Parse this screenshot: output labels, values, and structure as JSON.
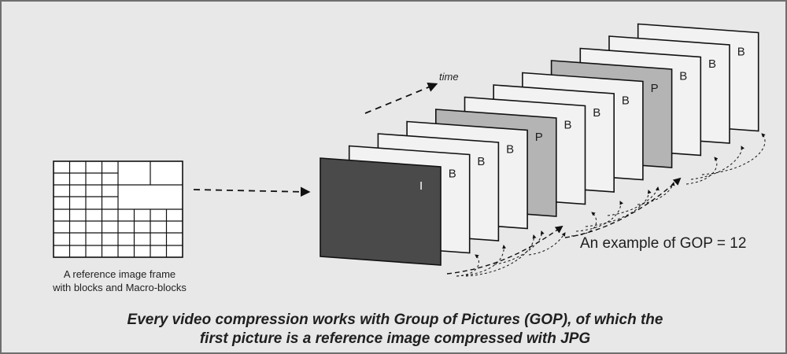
{
  "reference_caption": {
    "line1": "A reference image frame",
    "line2": "with blocks and Macro-blocks"
  },
  "time_label": "time",
  "gop_label": "An example of GOP = 12",
  "main_caption": {
    "line1": "Every video compression works with Group of Pictures (GOP), of which the",
    "line2": "first picture is a reference image compressed with JPG"
  },
  "frames": [
    "I",
    "B",
    "B",
    "B",
    "P",
    "B",
    "B",
    "B",
    "P",
    "B",
    "B",
    "B"
  ],
  "colors": {
    "background": "#e8e8e8",
    "i_frame": "#4a4a4a",
    "p_frame": "#b4b4b4",
    "b_frame": "#f2f2f2",
    "stroke": "#111111"
  }
}
